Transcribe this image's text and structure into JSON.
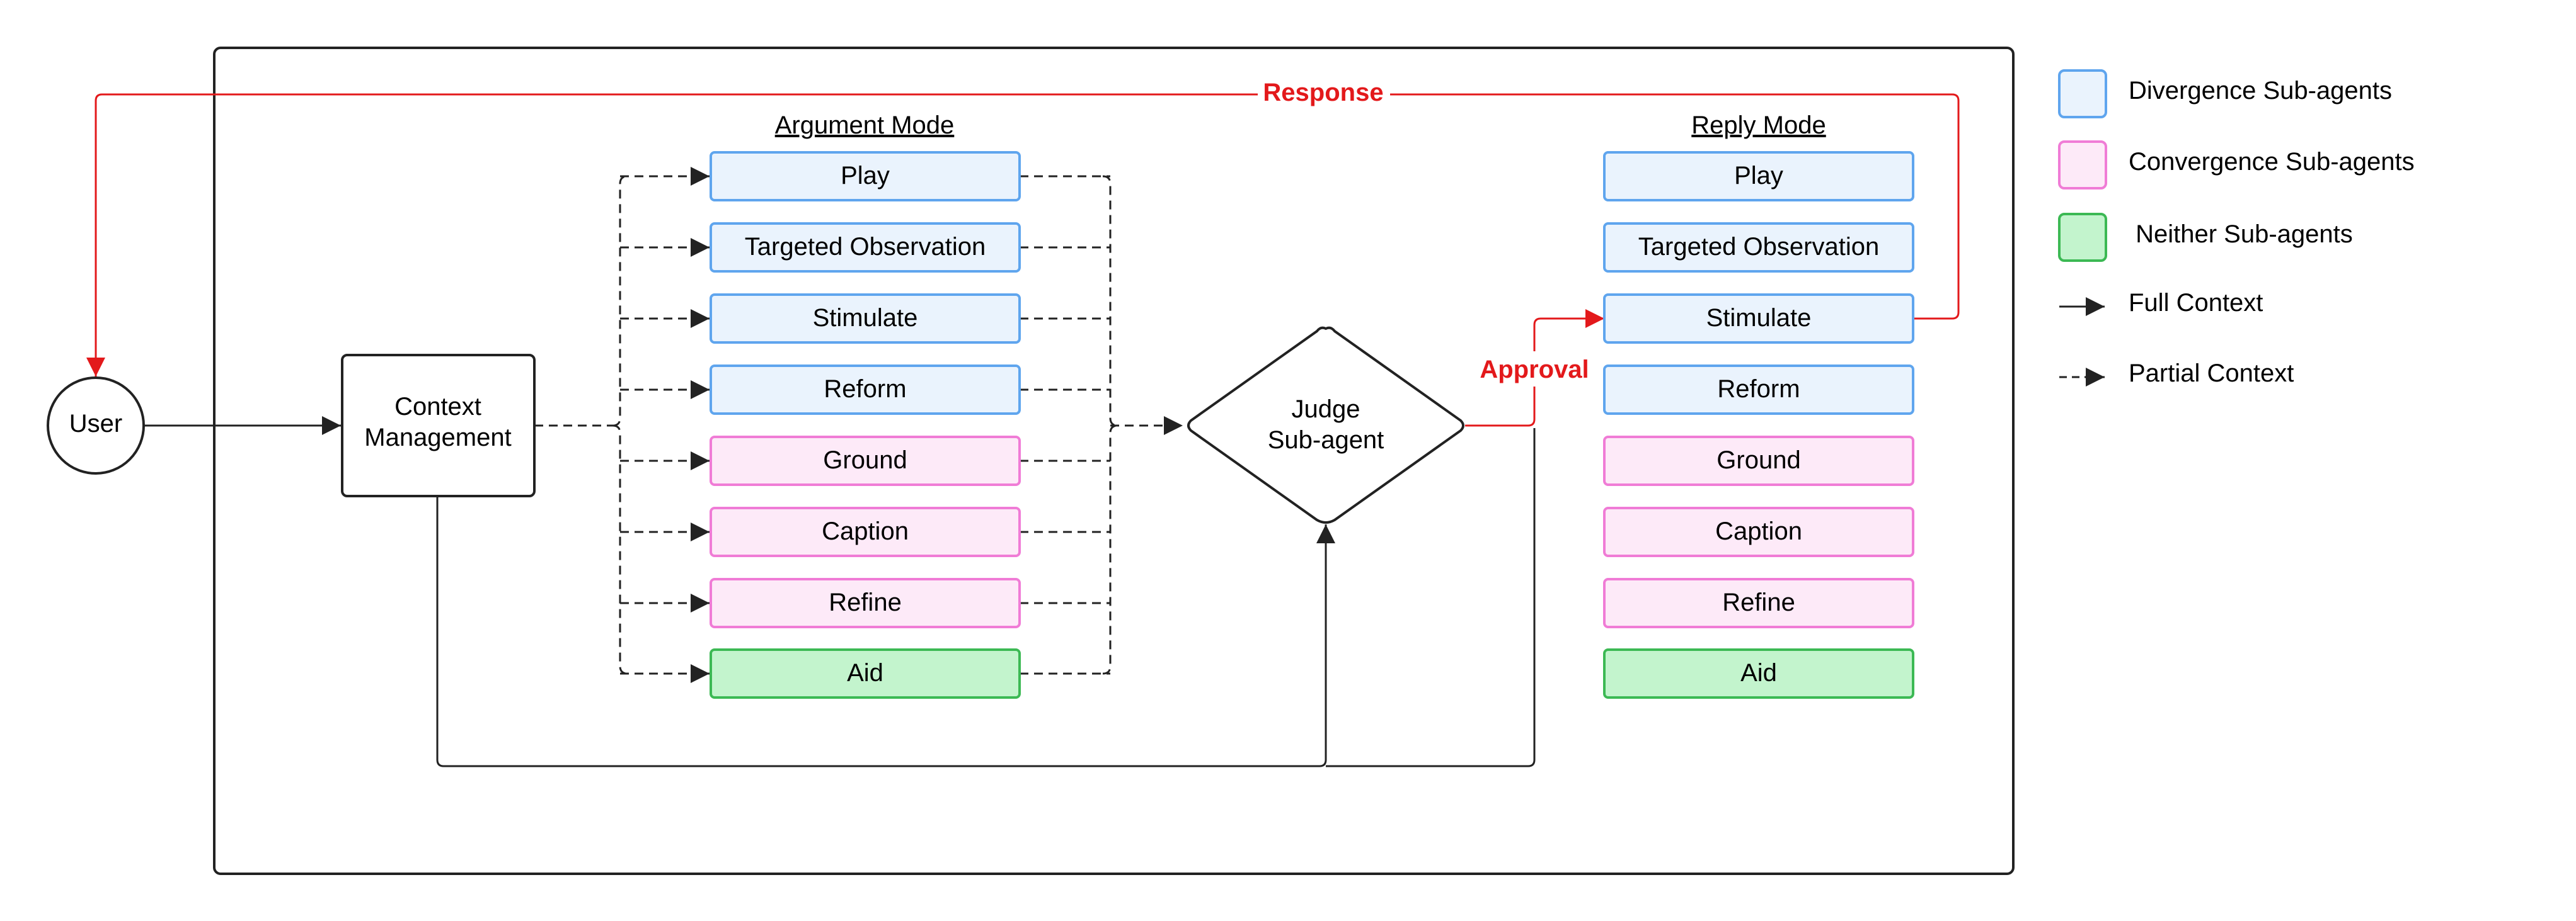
{
  "colors": {
    "divergence_fill": "#EAF3FD",
    "divergence_stroke": "#5FA5EE",
    "convergence_fill": "#FDEAF8",
    "convergence_stroke": "#F07CD6",
    "neither_fill": "#C3F4CD",
    "neither_stroke": "#3CB954",
    "red": "#E3191B",
    "line": "#222222"
  },
  "user_label": "User",
  "context": {
    "line1": "Context",
    "line2": "Management"
  },
  "judge": {
    "line1": "Judge",
    "line2": "Sub-agent"
  },
  "response_label": "Response",
  "approval_label": "Approval",
  "argument_mode": {
    "title": "Argument Mode",
    "items": [
      {
        "label": "Play",
        "kind": "divergence"
      },
      {
        "label": "Targeted Observation",
        "kind": "divergence"
      },
      {
        "label": "Stimulate",
        "kind": "divergence"
      },
      {
        "label": "Reform",
        "kind": "divergence"
      },
      {
        "label": "Ground",
        "kind": "convergence"
      },
      {
        "label": "Caption",
        "kind": "convergence"
      },
      {
        "label": "Refine",
        "kind": "convergence"
      },
      {
        "label": "Aid",
        "kind": "neither"
      }
    ]
  },
  "reply_mode": {
    "title": "Reply Mode",
    "items": [
      {
        "label": "Play",
        "kind": "divergence"
      },
      {
        "label": "Targeted Observation",
        "kind": "divergence"
      },
      {
        "label": "Stimulate",
        "kind": "divergence"
      },
      {
        "label": "Reform",
        "kind": "divergence"
      },
      {
        "label": "Ground",
        "kind": "convergence"
      },
      {
        "label": "Caption",
        "kind": "convergence"
      },
      {
        "label": "Refine",
        "kind": "convergence"
      },
      {
        "label": "Aid",
        "kind": "neither"
      }
    ]
  },
  "legend": {
    "divergence": "Divergence Sub-agents",
    "convergence": "Convergence Sub-agents",
    "neither": " Neither Sub-agents",
    "full": "Full Context",
    "partial": "Partial Context"
  }
}
